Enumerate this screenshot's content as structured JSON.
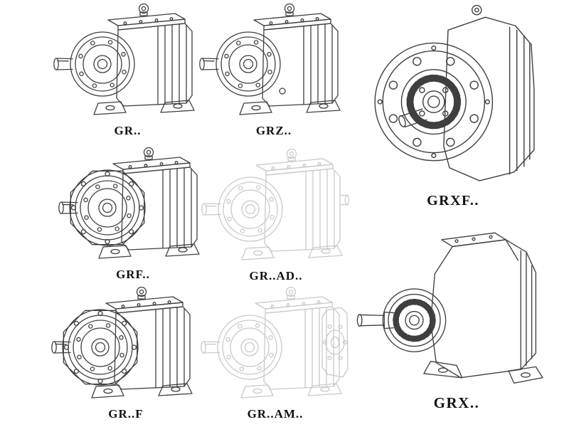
{
  "page": {
    "colors": {
      "background": "#ffffff",
      "line": "#3f3f3f",
      "faded_line": "#c9c9c9",
      "label": "#101010"
    }
  },
  "figures": [
    {
      "label": "GR..",
      "style": "solid",
      "drawing": "foot-mounted-helical-gearbox"
    },
    {
      "label": "GRZ..",
      "style": "solid",
      "drawing": "foot-mounted-helical-gearbox"
    },
    {
      "label": "GRXF..",
      "style": "solid",
      "drawing": "large-flange-mounted-gearbox"
    },
    {
      "label": "GRF..",
      "style": "solid",
      "drawing": "flange-and-foot-mounted-gearbox"
    },
    {
      "label": "GR..AD..",
      "style": "faded",
      "drawing": "gearbox-with-input-adapter"
    },
    {
      "label": "GR..F",
      "style": "solid",
      "drawing": "flange-and-foot-mounted-gearbox"
    },
    {
      "label": "GR..AM..",
      "style": "faded",
      "drawing": "gearbox-with-output-flange"
    },
    {
      "label": "GRX..",
      "style": "solid",
      "drawing": "large-foot-mounted-gearbox"
    }
  ]
}
